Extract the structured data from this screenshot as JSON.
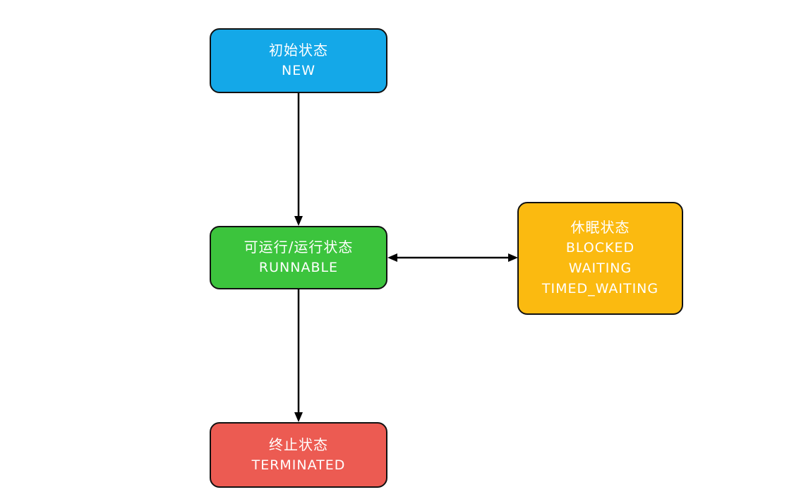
{
  "diagram": {
    "description": "Thread state diagram",
    "background": "#ffffff",
    "colors": {
      "border": "#111111",
      "text": "#ffffff",
      "arrow": "#000000"
    },
    "nodes": [
      {
        "id": "new",
        "color": "#14a8e8",
        "lines": [
          "初始状态",
          "NEW"
        ]
      },
      {
        "id": "runnable",
        "color": "#3cc43d",
        "lines": [
          "可运行/运行状态",
          "RUNNABLE"
        ]
      },
      {
        "id": "sleep",
        "color": "#fbba10",
        "lines": [
          "休眠状态",
          "BLOCKED",
          "WAITING",
          "TIMED_WAITING"
        ]
      },
      {
        "id": "terminated",
        "color": "#ec5b52",
        "lines": [
          "终止状态",
          "TERMINATED"
        ]
      }
    ],
    "edges": [
      {
        "from": "new",
        "to": "runnable",
        "direction": "down"
      },
      {
        "from": "runnable",
        "to": "sleep",
        "direction": "bidirectional"
      },
      {
        "from": "runnable",
        "to": "terminated",
        "direction": "down"
      }
    ]
  }
}
